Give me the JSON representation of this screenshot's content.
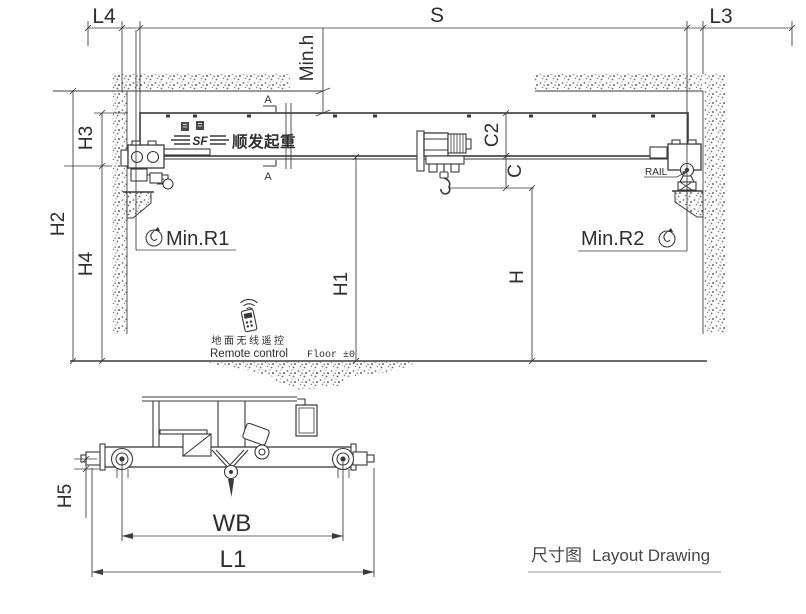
{
  "title": {
    "zh": "尺寸图",
    "en": "Layout Drawing"
  },
  "labels": {
    "l4": "L4",
    "s": "S",
    "l3": "L3",
    "minh": "Min.h",
    "h2": "H2",
    "h3": "H3",
    "h4": "H4",
    "c2": "C2",
    "c": "C",
    "h": "H",
    "h1": "H1",
    "minr1": "Min.R1",
    "minr2": "Min.R2",
    "rail": "RAIL",
    "h5": "H5",
    "wb": "WB",
    "l1": "L1",
    "section_a": "A",
    "floor": "Floor ±0"
  },
  "girder": {
    "monogram": "SF",
    "brand": "顺发起重"
  },
  "remote": {
    "zh": "地面无线遥控",
    "en": "Remote control"
  },
  "colors": {
    "line": "#3a3a3a",
    "stipple": "#6f6f6f",
    "title_text": "#474747"
  }
}
